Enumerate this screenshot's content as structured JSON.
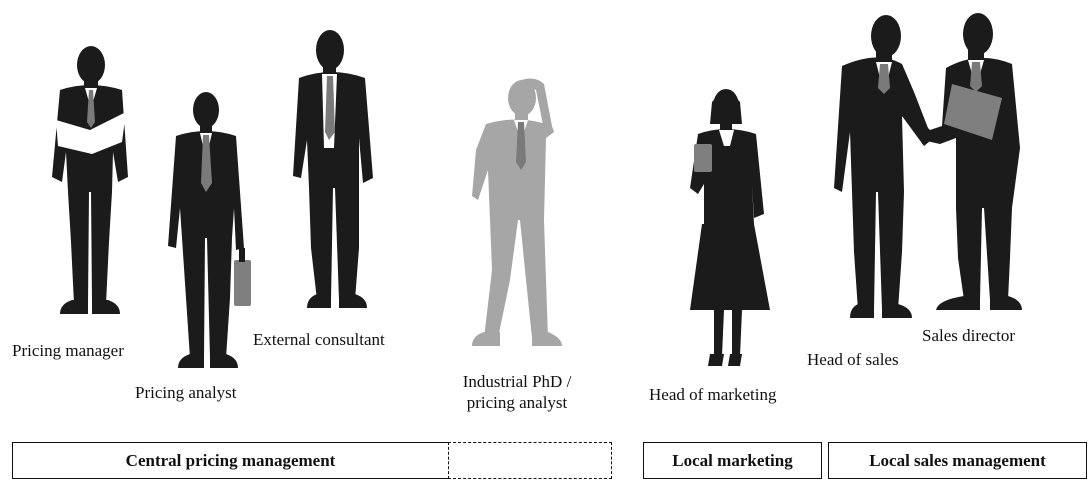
{
  "people": [
    {
      "id": "pricing-manager",
      "label": "Pricing manager"
    },
    {
      "id": "pricing-analyst",
      "label": "Pricing analyst"
    },
    {
      "id": "external-consultant",
      "label": "External consultant"
    },
    {
      "id": "industrial-phd",
      "label_line1": "Industrial PhD /",
      "label_line2": "pricing analyst",
      "style": "grey"
    },
    {
      "id": "head-of-marketing",
      "label": "Head of marketing"
    },
    {
      "id": "head-of-sales",
      "label": "Head of sales"
    },
    {
      "id": "sales-director",
      "label": "Sales director"
    }
  ],
  "groups": [
    {
      "id": "central-pricing-management",
      "label": "Central pricing management"
    },
    {
      "id": "local-marketing",
      "label": "Local marketing"
    },
    {
      "id": "local-sales-management",
      "label": "Local sales management"
    }
  ],
  "colors": {
    "silhouette": "#1b1b1b",
    "silhouette_faded": "#a6a6a6",
    "tie": "#7a7a7a"
  }
}
